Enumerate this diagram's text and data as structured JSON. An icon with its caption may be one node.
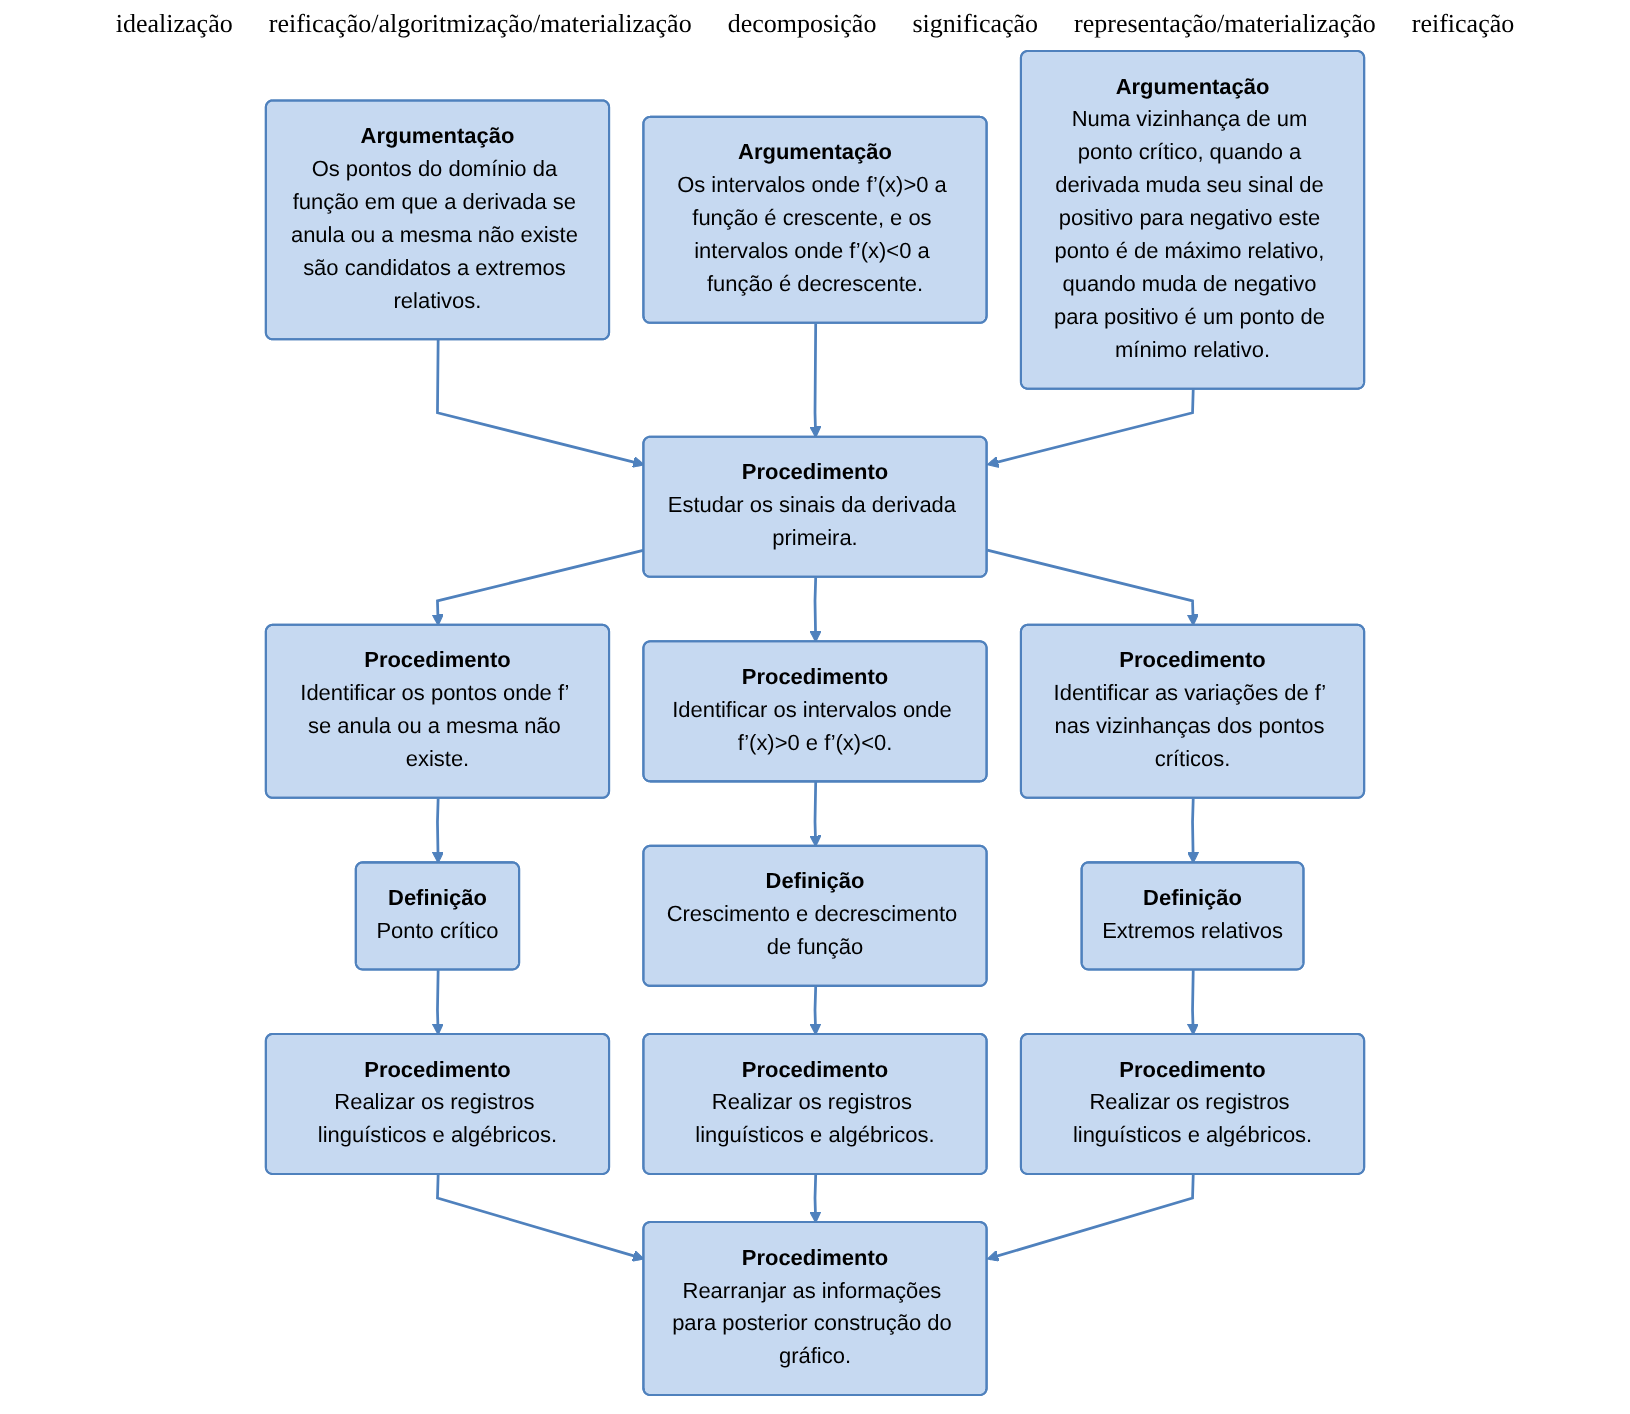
{
  "diagram": {
    "nodes": [
      {
        "text": [
          "Argumentação",
          "Os pontos do domínio da função em que a derivada se anula ou a mesma não existe são candidatos a extremos relativos."
        ]
      },
      {
        "text": [
          "Argumentação",
          "Os intervalos onde f’(x)>0 a função é crescente, e os intervalos onde f’(x)<0 a função é decrescente."
        ]
      },
      {
        "text": [
          "Argumentação",
          "Numa vizinhança de um ponto crítico, quando a derivada muda seu sinal de positivo para negativo este ponto é de máximo relativo, quando muda de negativo para positivo é um ponto de mínimo relativo."
        ]
      },
      {
        "text": [
          "Procedimento",
          "Estudar os sinais da derivada primeira."
        ]
      },
      {
        "text": [
          "Procedimento",
          "Identificar os pontos onde f’ se anula ou a mesma não existe."
        ]
      },
      {
        "text": [
          "Procedimento",
          "Identificar os intervalos onde f’(x)>0 e f’(x)<0."
        ]
      },
      {
        "text": [
          "Procedimento",
          "Identificar as variações de f’ nas vizinhanças dos pontos críticos."
        ]
      },
      {
        "text": [
          "Definição",
          "Ponto crítico"
        ]
      },
      {
        "text": [
          "Definição",
          "Crescimento e decrescimento de função"
        ]
      },
      {
        "text": [
          "Definição",
          "Extremos relativos"
        ]
      },
      {
        "text": [
          "Procedimento",
          "Realizar os registros linguísticos e algébricos."
        ]
      },
      {
        "text": [
          "Procedimento",
          "Realizar os registros linguísticos e algébricos."
        ]
      },
      {
        "text": [
          "Procedimento",
          "Realizar os registros linguísticos e algébricos."
        ]
      },
      {
        "text": [
          "Procedimento",
          "Rearranjar as informações para posterior construção do gráfico."
        ]
      }
    ],
    "edges": [
      {
        "from": 0,
        "to": 3,
        "arrow": "to"
      },
      {
        "from": 1,
        "to": 3,
        "arrow": "to"
      },
      {
        "from": 2,
        "to": 3,
        "arrow": "to"
      },
      {
        "from": 3,
        "to": 4,
        "arrow": "to"
      },
      {
        "from": 3,
        "to": 5,
        "arrow": "to"
      },
      {
        "from": 3,
        "to": 6,
        "arrow": "to"
      },
      {
        "from": 4,
        "to": 7,
        "arrow": "to"
      },
      {
        "from": 5,
        "to": 8,
        "arrow": "to"
      },
      {
        "from": 6,
        "to": 9,
        "arrow": "to"
      },
      {
        "from": 7,
        "to": 10,
        "arrow": "to"
      },
      {
        "from": 8,
        "to": 11,
        "arrow": "to"
      },
      {
        "from": 9,
        "to": 12,
        "arrow": "to"
      },
      {
        "from": 10,
        "to": 13,
        "arrow": "to"
      },
      {
        "from": 11,
        "to": 13,
        "arrow": "to"
      },
      {
        "from": 12,
        "to": 13,
        "arrow": "to"
      }
    ],
    "labels": [
      "idealização",
      "reificação/algoritmização/materialização",
      "decomposição",
      "significação",
      "representação/materialização",
      "reificação"
    ]
  }
}
